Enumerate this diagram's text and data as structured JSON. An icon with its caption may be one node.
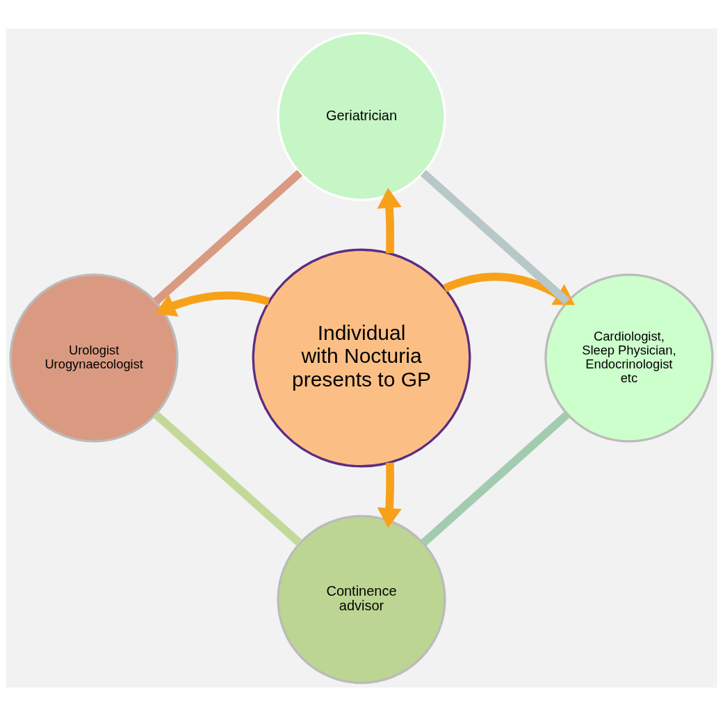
{
  "diagram": {
    "nodes": [
      {
        "text": [
          "Individual with Nocturia presents to GP"
        ]
      },
      {
        "text": [
          "Geriatrician"
        ]
      },
      {
        "text": [
          "Cardiologist, Sleep Physician, Endocrinologist etc"
        ]
      },
      {
        "text": [
          "Continence advisor"
        ]
      },
      {
        "text": [
          "Urologist Urogynaecologist"
        ]
      }
    ],
    "edges": [
      {
        "from": 0,
        "to": 1,
        "arrow": "to"
      },
      {
        "from": 0,
        "to": 2,
        "arrow": "to"
      },
      {
        "from": 0,
        "to": 3,
        "arrow": "to"
      },
      {
        "from": 0,
        "to": 4,
        "arrow": "to"
      },
      {
        "from": 1,
        "to": 2,
        "arrow": "none",
        "color": "#b8c7c8"
      },
      {
        "from": 2,
        "to": 3,
        "arrow": "none",
        "color": "#a3cbb0"
      },
      {
        "from": 3,
        "to": 4,
        "arrow": "none",
        "color": "#c4d89a"
      },
      {
        "from": 4,
        "to": 1,
        "arrow": "none",
        "color": "#d99a82"
      }
    ]
  }
}
